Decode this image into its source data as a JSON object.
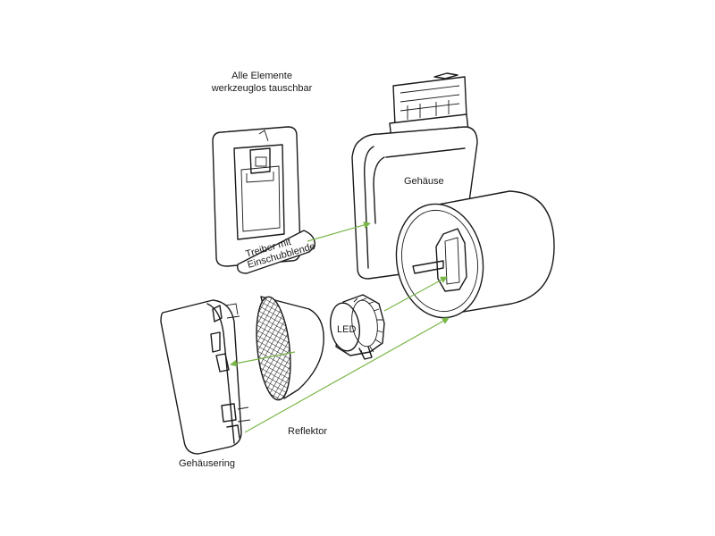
{
  "title_line1": "Alle Elemente",
  "title_line2": "werkzeuglos tauschbar",
  "labels": {
    "housing": "Gehäuse",
    "driver_line1": "Treiber mit",
    "driver_line2": "Einschubblende",
    "led": "LED",
    "reflector": "Reflektor",
    "housing_ring": "Gehäusering"
  },
  "colors": {
    "arrow": "#7ab648",
    "line": "#1a1a1a"
  },
  "icons": {
    "arrowhead": "arrow-icon"
  }
}
